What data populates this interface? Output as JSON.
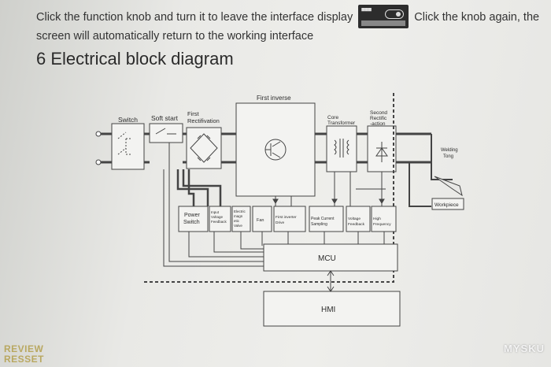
{
  "intro": {
    "part1": "Click the function knob and turn it to leave the interface display",
    "part2": "Click the knob again, the screen will automatically return to the working interface"
  },
  "section_title": "6 Electrical block diagram",
  "blocks": {
    "switch": "Switch",
    "soft_start": "Soft start",
    "first_rectification": [
      "First",
      "Rectifivation"
    ],
    "first_inverse": "First inverse",
    "core_transformer": [
      "Core",
      "Transformer"
    ],
    "second_rectification": [
      "Second",
      "Rectific",
      "-action"
    ],
    "welding_tong": [
      "Welding",
      "Tong"
    ],
    "workpiece": "Workpiece",
    "power_switch": [
      "Power",
      "Switch"
    ],
    "input_voltage_feedback": [
      "Input",
      "Voltage",
      "Feedback"
    ],
    "electric_valve": [
      "Electric",
      "magn",
      "etic",
      "Valve"
    ],
    "fan": "Fan",
    "first_inverter_drive": [
      "First inverter",
      "Drive"
    ],
    "peak_current_sampling": [
      "Peak Current",
      "Sampling"
    ],
    "voltage_feedback": [
      "Voltage",
      "Feedback"
    ],
    "high_frequency": [
      "High",
      "Frequency"
    ],
    "mcu": "MCU",
    "hmi": "HMI"
  },
  "watermarks": {
    "left": "REVIEW RESSET",
    "right": "MYSKU"
  }
}
